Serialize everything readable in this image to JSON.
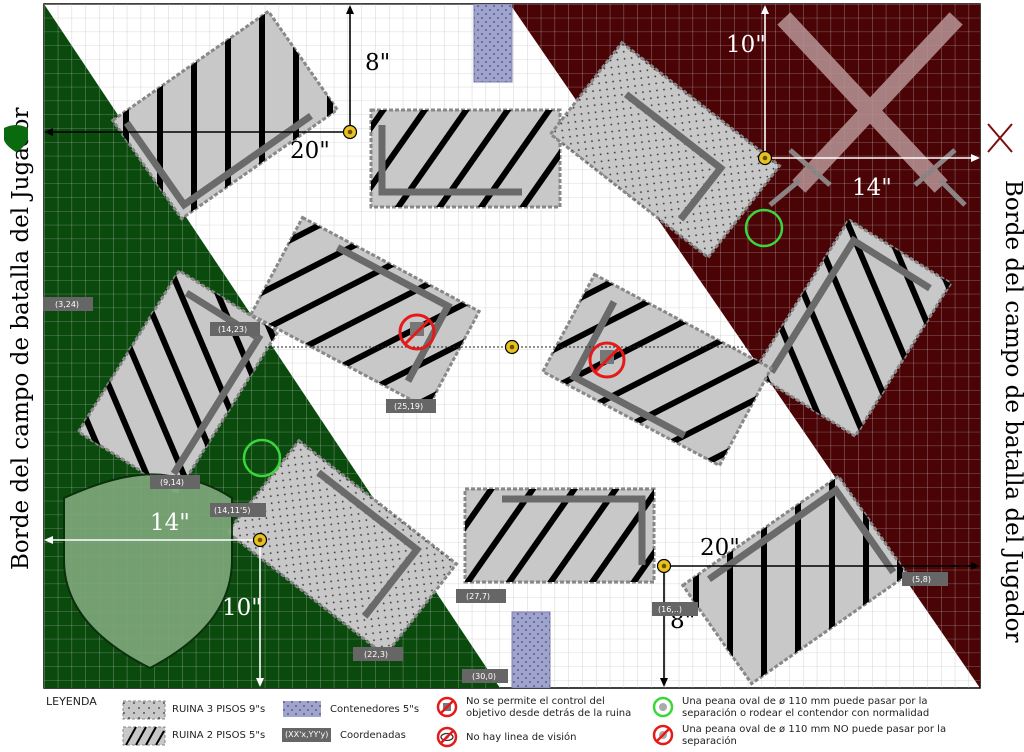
{
  "edge_label": "Borde del campo de batalla del Jugador",
  "dimensions": {
    "top_left_vertical": "8\"",
    "top_left_horizontal": "20\"",
    "top_right_vertical": "10\"",
    "top_right_horizontal": "14\"",
    "bottom_left_horizontal": "14\"",
    "bottom_left_vertical": "10\"",
    "bottom_right_horizontal": "20\"",
    "bottom_right_vertical": "8\""
  },
  "coordinates": [
    {
      "label": "(3,24)"
    },
    {
      "label": "(14,23)"
    },
    {
      "label": "(25,19)"
    },
    {
      "label": "(9,14)"
    },
    {
      "label": "(14,11'5)"
    },
    {
      "label": "(27,7)"
    },
    {
      "label": "(22,3)"
    },
    {
      "label": "(30,0)"
    },
    {
      "label": "(5,8)"
    },
    {
      "label": "(16,..)"
    }
  ],
  "legend": {
    "title": "LEYENDA",
    "ruin3": "RUINA 3 PISOS 9\"s",
    "ruin2": "RUINA 2 PISOS 5\"s",
    "containers": "Contenedores 5\"s",
    "coords_sample": "(XX'x,YY'y)",
    "coords_label": "Coordenadas",
    "no_control": "No se permite el control del objetivo desde detrás de la ruina",
    "no_los": "No hay linea de visión",
    "oval_pass": "Una peana oval de ø 110 mm puede pasar por la separación o rodear el contendor con normalidad",
    "oval_no_pass": "Una peana oval de ø 110 mm NO puede pasar por la separación"
  },
  "colors": {
    "green_zone": "#0a4a0c",
    "red_zone": "#4a0406",
    "ruin_fill": "#c8c8c8",
    "container_fill": "#9fa3cf",
    "objective": "#e8c020"
  }
}
